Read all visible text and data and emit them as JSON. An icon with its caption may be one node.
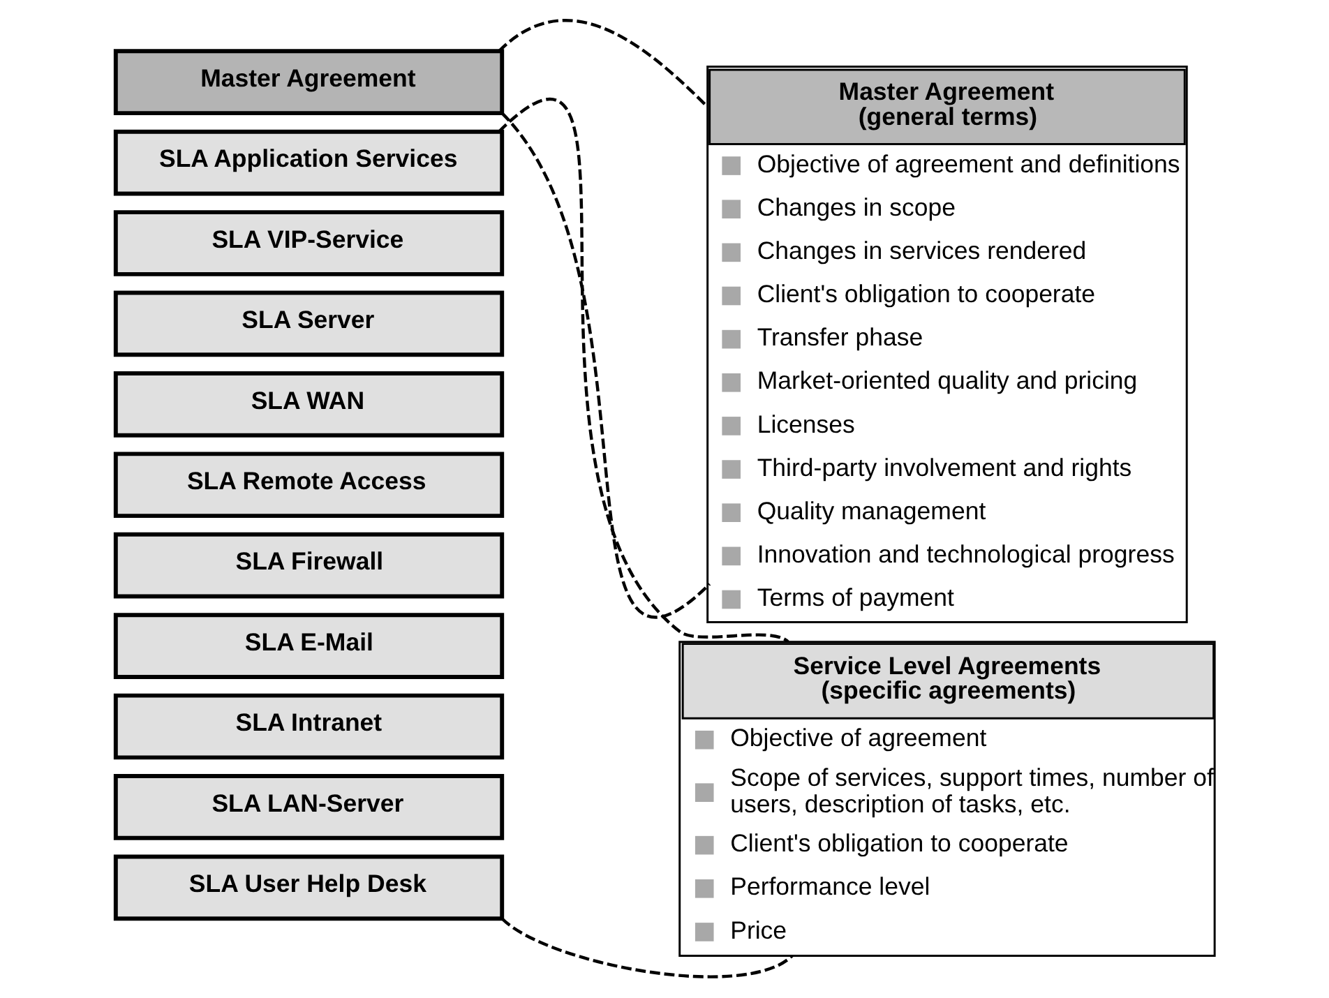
{
  "diagram": {
    "nodes": [
      {
        "text": [
          "Master Agreement"
        ]
      },
      {
        "text": [
          "SLA Application Services"
        ]
      },
      {
        "text": [
          "SLA VIP-Service"
        ]
      },
      {
        "text": [
          "SLA Server"
        ]
      },
      {
        "text": [
          "SLA WAN"
        ]
      },
      {
        "text": [
          "SLA Remote Access"
        ]
      },
      {
        "text": [
          "SLA Firewall"
        ]
      },
      {
        "text": [
          "SLA E-Mail"
        ]
      },
      {
        "text": [
          "SLA Intranet"
        ]
      },
      {
        "text": [
          "SLA LAN-Server"
        ]
      },
      {
        "text": [
          "SLA User Help Desk"
        ]
      },
      {
        "text": [
          "Master Agreement (general terms)",
          "Objective of agreement and definitions",
          "Changes in scope",
          "Changes in services rendered",
          "Client's obligation to cooperate",
          "Transfer phase",
          "Market-oriented quality and pricing",
          "Licenses",
          "Third-party involvement and rights",
          "Quality management",
          "Innovation and technological progress",
          "Terms of payment"
        ]
      },
      {
        "text": [
          "Service Level Agreements (specific agreements)",
          "Objective of agreement",
          "Scope of services, support times, number of users, description of tasks, etc.",
          "Client's obligation to cooperate",
          "Performance level",
          "Price"
        ]
      }
    ],
    "edges": [
      {
        "from": 0,
        "to": 11,
        "arrow": "none",
        "style": "dashed"
      },
      {
        "from": 0,
        "to": 11,
        "arrow": "none",
        "style": "dashed"
      },
      {
        "from": 1,
        "to": 12,
        "arrow": "none",
        "style": "dashed"
      },
      {
        "from": 10,
        "to": 12,
        "arrow": "none",
        "style": "dashed"
      }
    ]
  }
}
